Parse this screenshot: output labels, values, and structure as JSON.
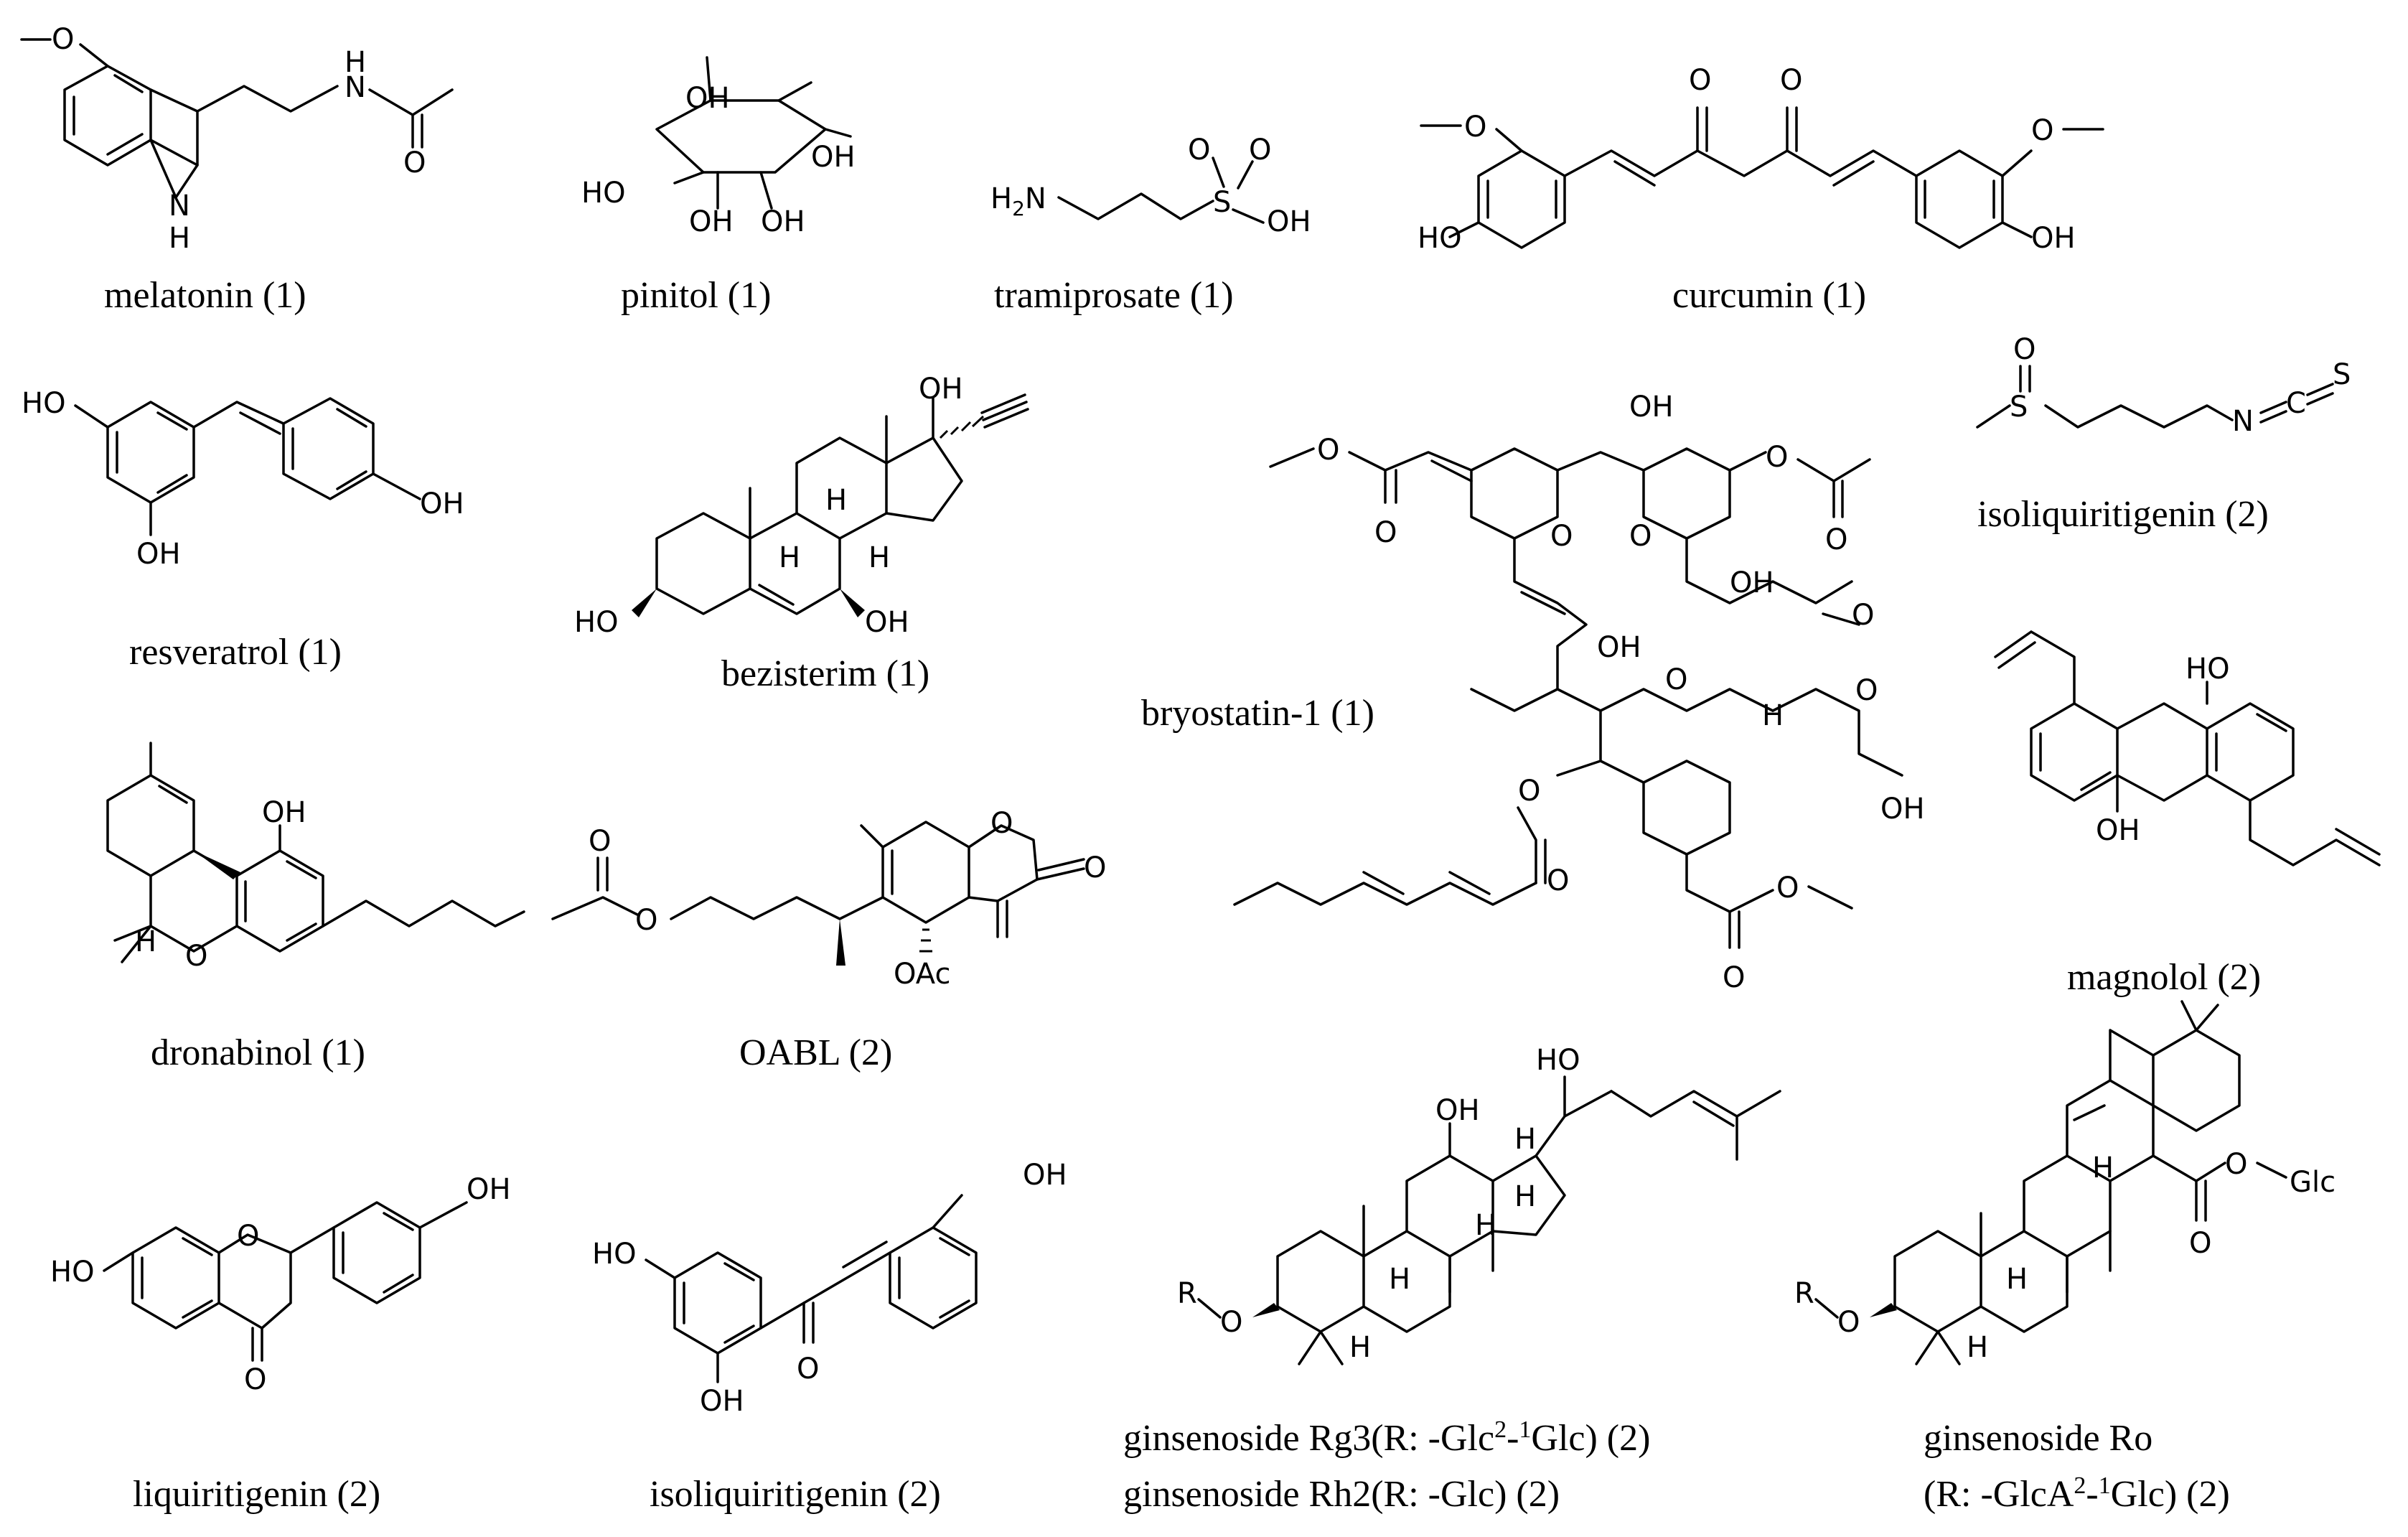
{
  "compounds": [
    {
      "name": "melatonin",
      "group": "(1)"
    },
    {
      "name": "pinitol",
      "group": "(1)"
    },
    {
      "name": "tramiprosate",
      "group": "(1)"
    },
    {
      "name": "curcumin",
      "group": "(1)"
    },
    {
      "name": "resveratrol",
      "group": "(1)"
    },
    {
      "name": "bezisterim",
      "group": "(1)"
    },
    {
      "name": "bryostatin-1",
      "group": "(1)"
    },
    {
      "name": "isoliquiritigenin",
      "group": "(2)"
    },
    {
      "name": "magnolol",
      "group": "(2)"
    },
    {
      "name": "dronabinol",
      "group": "(1)"
    },
    {
      "name": "OABL",
      "group": "(2)"
    },
    {
      "name": "liquiritigenin",
      "group": "(2)"
    },
    {
      "name": "isoliquiritigenin",
      "group": "(2)"
    }
  ],
  "ginsenosides": {
    "rg3": {
      "name": "ginsenoside Rg3",
      "r_prefix": "(R: -Glc",
      "sup1": "2",
      "mid": "-",
      "sup2": "1",
      "r_suffix": "Glc) (2)"
    },
    "rh2": {
      "name": "ginsenoside Rh2",
      "r_def": "(R: -Glc) (2)"
    },
    "ro": {
      "name": "ginsenoside Ro",
      "r_prefix": "(R: -GlcA",
      "sup1": "2",
      "mid": "-",
      "sup2": "1",
      "r_suffix": "Glc) (2)"
    }
  },
  "atoms": {
    "OH": "OH",
    "HO": "HO",
    "O": "O",
    "N": "N",
    "H": "H",
    "NH": "N",
    "S": "S",
    "C": "C",
    "R": "R",
    "OAc": "OAc",
    "Glc": "Glc",
    "H2N": "H",
    "two": "2"
  }
}
